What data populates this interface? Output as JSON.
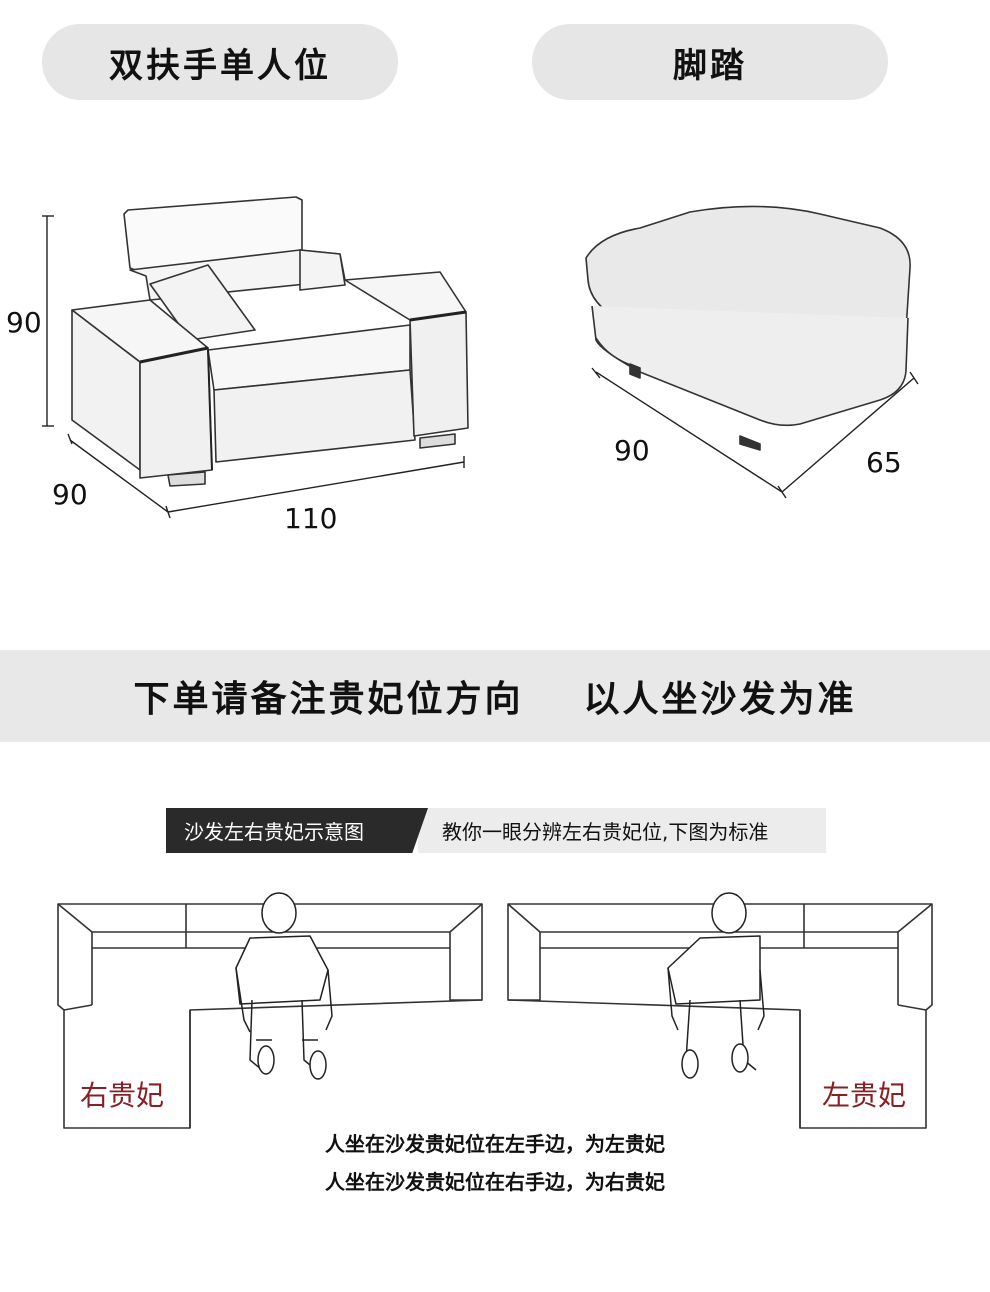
{
  "labels": {
    "armchair_title": "双扶手单人位",
    "ottoman_title": "脚踏",
    "banner_left": "下单请备注贵妃位方向",
    "banner_right": "以人坐沙发为准",
    "strip_dark": "沙发左右贵妃示意图",
    "strip_light": "教你一眼分辨左右贵妃位,下图为标准",
    "right_chaise": "右贵妃",
    "left_chaise": "左贵妃",
    "caption_line1": "人坐在沙发贵妃位在左手边，为左贵妃",
    "caption_line2": "人坐在沙发贵妃位在右手边，为右贵妃"
  },
  "dimensions": {
    "armchair_height": "90",
    "armchair_depth": "90",
    "armchair_width": "110",
    "ottoman_width": "90",
    "ottoman_depth": "65"
  },
  "colors": {
    "pill_bg": "#e6e6e6",
    "banner_bg": "#e8e8e8",
    "strip_dark_bg": "#2a2a2a",
    "chaise_label": "#8a1f23"
  }
}
